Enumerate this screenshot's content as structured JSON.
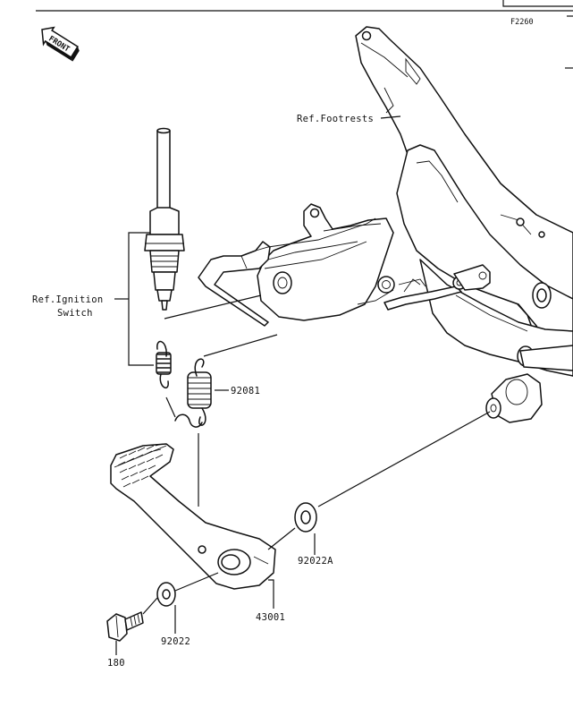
{
  "diagram_code": "F2260",
  "front_badge": "FRONT",
  "labels": {
    "ref_footrests": "Ref.Footrests",
    "ref_ignition_line1": "Ref.Ignition",
    "ref_ignition_line2": "Switch",
    "part_92081": "92081",
    "part_92022A": "92022A",
    "part_43001": "43001",
    "part_92022": "92022",
    "part_180": "180"
  },
  "colors": {
    "line": "#111111",
    "background": "#ffffff"
  }
}
